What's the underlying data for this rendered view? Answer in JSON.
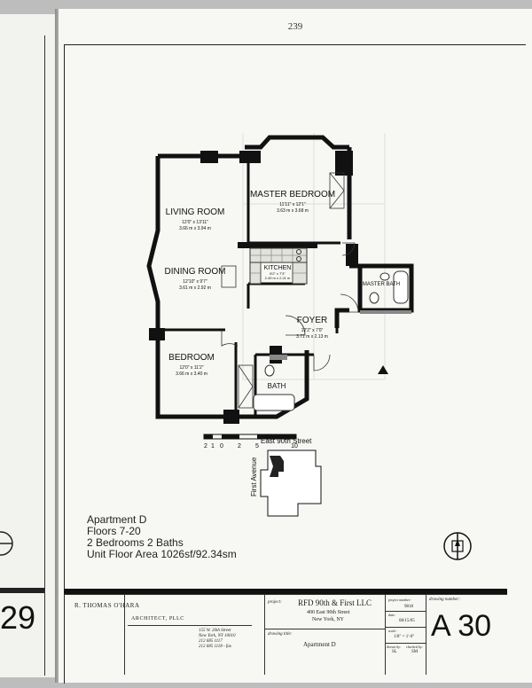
{
  "prev_page": {
    "page_number": "29"
  },
  "page": {
    "page_number": "239"
  },
  "plan": {
    "rooms": {
      "master_bedroom": {
        "name": "MASTER BEDROOM",
        "dim_imperial": "11'11\" x 12'1\"",
        "dim_metric": "3.63 m x 3.68 m"
      },
      "living_room": {
        "name": "LIVING ROOM",
        "dim_imperial": "12'0\" x 13'11\"",
        "dim_metric": "3.66 m x 3.94 m"
      },
      "dining_room": {
        "name": "DINING ROOM",
        "dim_imperial": "12'10\" x 9'7\"",
        "dim_metric": "3.61 m x 2.92 m"
      },
      "kitchen": {
        "name": "KITCHEN",
        "dim_imperial": "8'2\" x 7'3\"",
        "dim_metric": "2.49 m x 2.21 m"
      },
      "master_bath": {
        "name": "MASTER BATH"
      },
      "foyer": {
        "name": "FOYER",
        "dim_imperial": "12'2\" x 7'0\"",
        "dim_metric": "3.71 m x 2.13 m"
      },
      "bedroom": {
        "name": "BEDROOM",
        "dim_imperial": "12'0\" x 11'2\"",
        "dim_metric": "3.66 m x 3.40 m"
      },
      "bath": {
        "name": "BATH"
      }
    },
    "scale_labels": [
      "2",
      "1",
      "0",
      "2",
      "5",
      "10"
    ]
  },
  "keymap": {
    "street": "East 90th Street",
    "avenue": "First Avenue"
  },
  "notes": {
    "line1": "Apartment D",
    "line2": "Floors 7-20",
    "line3": "2 Bedrooms 2 Baths",
    "line4": "Unit Floor Area 1026sf/92.34sm"
  },
  "title_block": {
    "architect": "R. THOMAS O'HARA",
    "firm_suffix": "ARCHITECT, PLLC",
    "address_lines": [
      "155 W. 26th Street",
      "New York, NY 10010",
      "212 685 1117",
      "212 685 1118 - fax"
    ],
    "project_label": "project:",
    "project_name": "RFD 90th & First LLC",
    "project_address1": "400 East 90th Street",
    "project_address2": "New York, NY",
    "drawing_title_label": "drawing title:",
    "drawing_title": "Apartment D",
    "project_number_label": "project number:",
    "project_number": "9818",
    "date_label": "date:",
    "date": "08/15/05",
    "scale_label": "scale:",
    "scale": "1/8\" = 1'-0\"",
    "drawn_by_label": "drawn by:",
    "drawn_by": "SL",
    "checked_by_label": "checked by:",
    "checked_by": "SM",
    "drawing_number_label": "drawing number:",
    "drawing_number": "A 30"
  }
}
